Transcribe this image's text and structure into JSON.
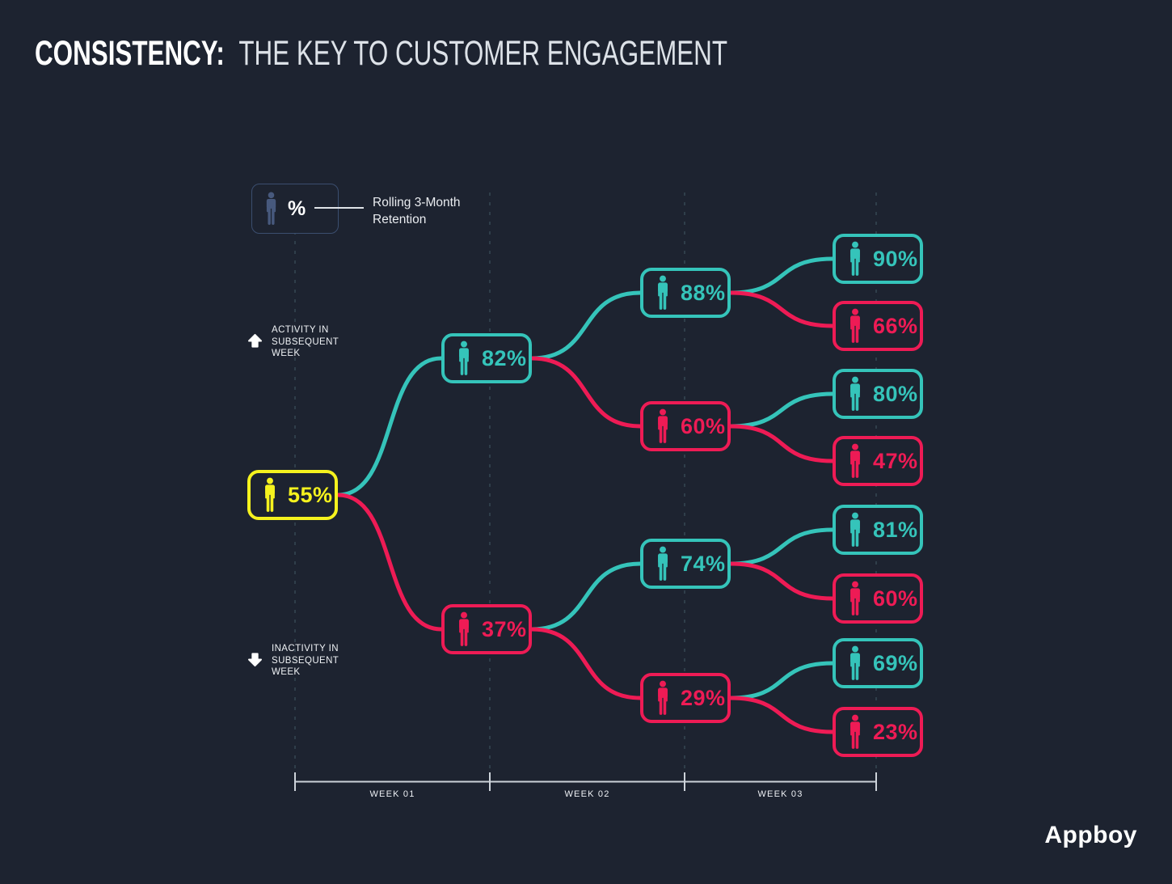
{
  "title": {
    "emphasis": "CONSISTENCY:",
    "rest": "THE KEY TO CUSTOMER ENGAGEMENT"
  },
  "legend": {
    "symbol": "%",
    "line1": "Rolling 3-Month",
    "line2": "Retention"
  },
  "annotations": {
    "activity": {
      "line1": "ACTIVITY IN",
      "line2": "SUBSEQUENT",
      "line3": "WEEK"
    },
    "inactivity": {
      "line1": "INACTIVITY IN",
      "line2": "SUBSEQUENT",
      "line3": "WEEK"
    }
  },
  "timeline": {
    "weeks": [
      "WEEK 01",
      "WEEK 02",
      "WEEK 03"
    ]
  },
  "logo": "Appboy",
  "colors": {
    "background": "#1d2330",
    "teal": "#35c4ba",
    "pink": "#ee1b55",
    "yellow": "#f5f21e",
    "legend_blue": "#47597d",
    "legend_border": "#3b4e6f",
    "gridline": "#5d8089",
    "axis": "#ccd2d9",
    "text_light": "#e9ecf0"
  },
  "tree": {
    "description": "Rolling 3-month retention by weekly activity/inactivity; up branch = active in subsequent week (teal), down branch = inactive (pink).",
    "nodes": [
      {
        "id": "root",
        "value": "55%",
        "variant": "start"
      },
      {
        "id": "n82",
        "value": "82%",
        "variant": "active",
        "parent": "root",
        "branch": "up"
      },
      {
        "id": "n37",
        "value": "37%",
        "variant": "inactive",
        "parent": "root",
        "branch": "down"
      },
      {
        "id": "n88",
        "value": "88%",
        "variant": "active",
        "parent": "n82",
        "branch": "up"
      },
      {
        "id": "n60",
        "value": "60%",
        "variant": "inactive",
        "parent": "n82",
        "branch": "down"
      },
      {
        "id": "n74",
        "value": "74%",
        "variant": "active",
        "parent": "n37",
        "branch": "up"
      },
      {
        "id": "n29",
        "value": "29%",
        "variant": "inactive",
        "parent": "n37",
        "branch": "down"
      },
      {
        "id": "l90",
        "value": "90%",
        "variant": "active",
        "parent": "n88",
        "branch": "up"
      },
      {
        "id": "l66",
        "value": "66%",
        "variant": "inactive",
        "parent": "n88",
        "branch": "down"
      },
      {
        "id": "l80",
        "value": "80%",
        "variant": "active",
        "parent": "n60",
        "branch": "up"
      },
      {
        "id": "l47",
        "value": "47%",
        "variant": "inactive",
        "parent": "n60",
        "branch": "down"
      },
      {
        "id": "l81",
        "value": "81%",
        "variant": "active",
        "parent": "n74",
        "branch": "up"
      },
      {
        "id": "l60b",
        "value": "60%",
        "variant": "inactive",
        "parent": "n74",
        "branch": "down"
      },
      {
        "id": "l69",
        "value": "69%",
        "variant": "active",
        "parent": "n29",
        "branch": "up"
      },
      {
        "id": "l23",
        "value": "23%",
        "variant": "inactive",
        "parent": "n29",
        "branch": "down"
      }
    ]
  }
}
